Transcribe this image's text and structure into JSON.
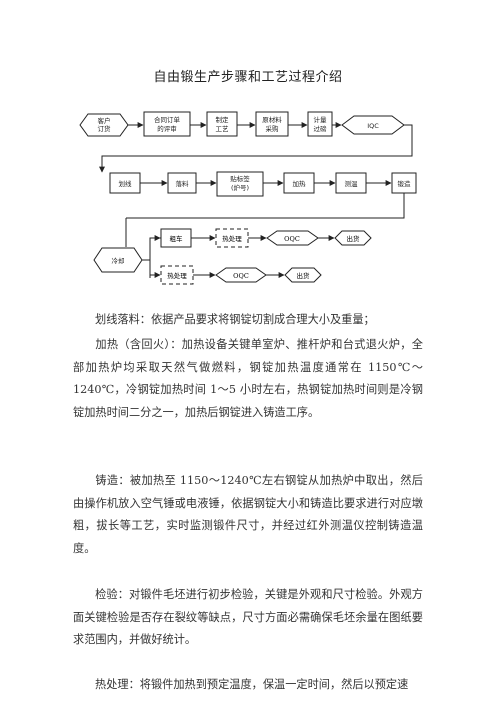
{
  "title": "自由锻生产步骤和工艺过程介绍",
  "flow": {
    "customer_order": [
      "客户",
      "订货"
    ],
    "contract_review": [
      "合同订单",
      "的评审"
    ],
    "process_plan": [
      "制定",
      "工艺"
    ],
    "material_purchase": [
      "原材料",
      "采购"
    ],
    "measure_check": [
      "计量",
      "过磅"
    ],
    "iqc": "IQC",
    "marking": "划线",
    "cutting": "落料",
    "labeling": [
      "贴标签",
      "(炉号)"
    ],
    "heating": "加热",
    "temperature": "测温",
    "forging": "锻造",
    "cooling": "冷却",
    "rough_machining": "粗车",
    "heat_treatment_1": "热处理",
    "oqc_1": "OQC",
    "shipment_1": "出货",
    "heat_treatment_2": "热处理",
    "oqc_2": "OQC",
    "shipment_2": "出货"
  },
  "paragraphs": [
    "划线落料：依据产品要求将钢锭切割成合理大小及重量；",
    "加热（含回火）：加热设备关键单室炉、推杆炉和台式退火炉，全部加热炉均采取天然气做燃料，钢锭加热温度通常在 1150℃～1240℃，冷钢锭加热时间 1～5 小时左右，热钢锭加热时间则是冷钢锭加热时间二分之一，加热后钢锭进入铸造工序。",
    "铸造：被加热至 1150～1240℃左右钢锭从加热炉中取出，然后由操作机放入空气锤或电液锤，依据钢锭大小和铸造比要求进行对应墩粗，拔长等工艺，实时监测锻件尺寸，并经过红外测温仪控制铸造温度。",
    "检验：对锻件毛坯进行初步检验，关键是外观和尺寸检验。外观方面关键检验是否存在裂纹等缺点，尺寸方面必需确保毛坯余量在图纸要求范围内，并做好统计。",
    "热处理：将锻件加热到预定温度，保温一定时间，然后以预定速"
  ]
}
